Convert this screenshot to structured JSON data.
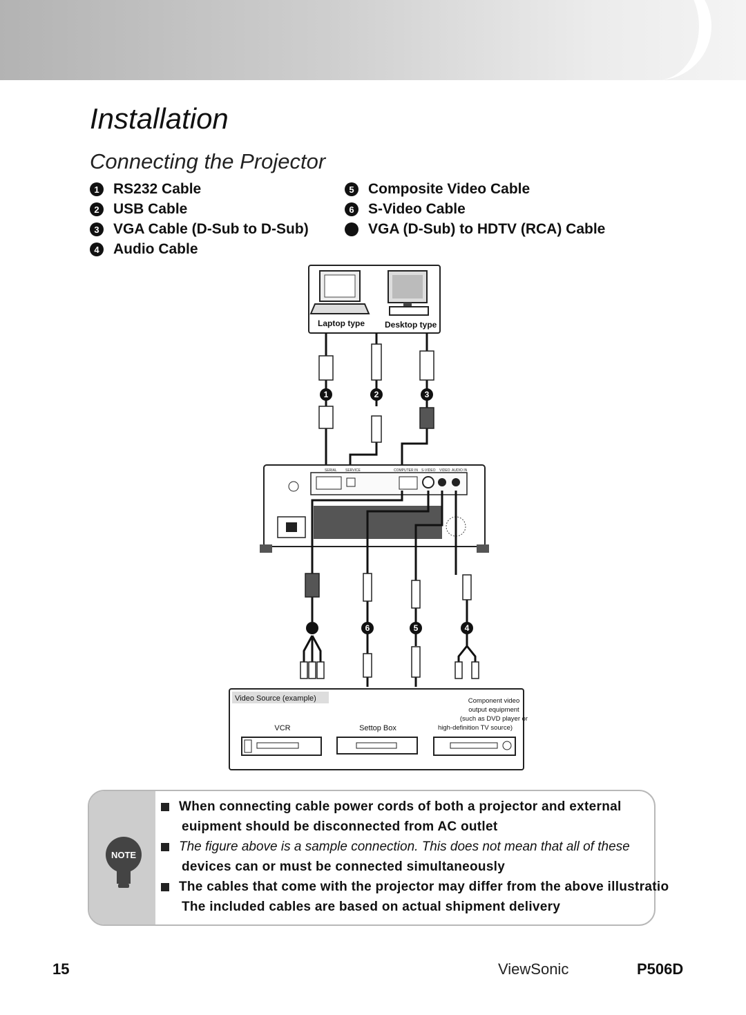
{
  "page": {
    "title": "Installation",
    "section": "Connecting the Projector"
  },
  "legend": [
    {
      "num": "1",
      "label": "RS232 Cable"
    },
    {
      "num": "2",
      "label": "USB Cable"
    },
    {
      "num": "3",
      "label": "VGA Cable (D-Sub to D-Sub)"
    },
    {
      "num": "4",
      "label": "Audio Cable"
    },
    {
      "num": "5",
      "label": "Composite Video Cable"
    },
    {
      "num": "6",
      "label": "S-Video Cable"
    },
    {
      "num": "",
      "label": "VGA (D-Sub) to HDTV (RCA) Cable"
    }
  ],
  "diagram": {
    "laptop_label": "Laptop type",
    "desktop_label": "Desktop type",
    "badges_top": [
      "1",
      "2",
      "3"
    ],
    "badges_bottom": [
      "",
      "6",
      "5",
      "4"
    ],
    "ports": [
      "SERIAL",
      "SERVICE",
      "COMPUTER IN",
      "S-VIDEO",
      "VIDEO",
      "AUDIO IN"
    ],
    "video_source_label": "Video Source (example)",
    "vcr_label": "VCR",
    "settop_label": "Settop Box",
    "component_lines": [
      "Component video",
      "output equipment",
      "(such as DVD player or",
      "high-definition TV source)"
    ]
  },
  "note": {
    "icon_text": "NOTE",
    "line1": "When connecting cable power cords of both a projector and external",
    "line2": "euipment should be disconnected from AC outlet",
    "line3": "The figure above is a sample connection. This does not mean that all of these",
    "line4": "devices can or must be connected simultaneously",
    "line5": "The cables that come with the projector may differ from the above illustratio",
    "line6": "The included cables are based on actual shipment delivery"
  },
  "footer": {
    "page_number": "15",
    "brand": "ViewSonic",
    "model": "P506D"
  }
}
